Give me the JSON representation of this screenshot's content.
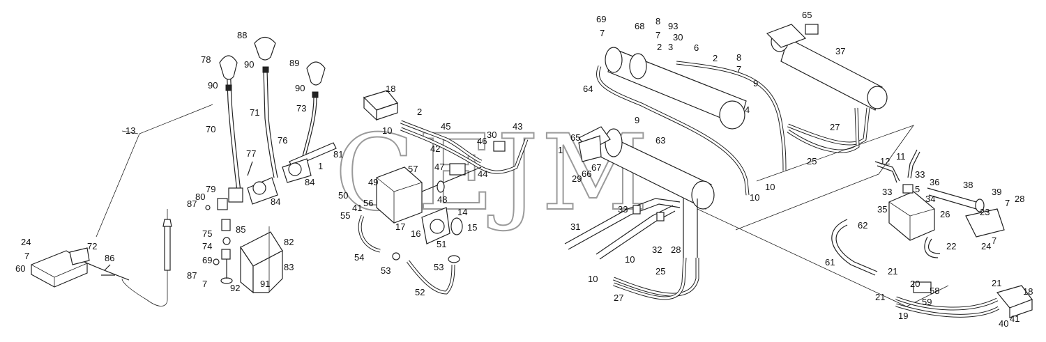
{
  "watermark": "СЕJM",
  "labels": [
    {
      "id": "l1",
      "t": "13"
    },
    {
      "id": "l2",
      "t": "24"
    },
    {
      "id": "l3",
      "t": "7"
    },
    {
      "id": "l4",
      "t": "60"
    },
    {
      "id": "l5",
      "t": "72"
    },
    {
      "id": "l6",
      "t": "86"
    },
    {
      "id": "l7",
      "t": "87"
    },
    {
      "id": "l8",
      "t": "80"
    },
    {
      "id": "l9",
      "t": "79"
    },
    {
      "id": "l10",
      "t": "70"
    },
    {
      "id": "l11",
      "t": "78"
    },
    {
      "id": "l12",
      "t": "90"
    },
    {
      "id": "l13",
      "t": "88"
    },
    {
      "id": "l14",
      "t": "90"
    },
    {
      "id": "l15",
      "t": "71"
    },
    {
      "id": "l16",
      "t": "89"
    },
    {
      "id": "l17",
      "t": "90"
    },
    {
      "id": "l18",
      "t": "73"
    },
    {
      "id": "l19",
      "t": "77"
    },
    {
      "id": "l20",
      "t": "76"
    },
    {
      "id": "l21",
      "t": "81"
    },
    {
      "id": "l22",
      "t": "1"
    },
    {
      "id": "l23",
      "t": "84"
    },
    {
      "id": "l24",
      "t": "84"
    },
    {
      "id": "l25",
      "t": "85"
    },
    {
      "id": "l26",
      "t": "75"
    },
    {
      "id": "l27",
      "t": "74"
    },
    {
      "id": "l28",
      "t": "69"
    },
    {
      "id": "l29",
      "t": "87"
    },
    {
      "id": "l30",
      "t": "7"
    },
    {
      "id": "l31",
      "t": "92"
    },
    {
      "id": "l32",
      "t": "91"
    },
    {
      "id": "l33",
      "t": "82"
    },
    {
      "id": "l34",
      "t": "83"
    },
    {
      "id": "l35",
      "t": "18"
    },
    {
      "id": "l36",
      "t": "2"
    },
    {
      "id": "l37",
      "t": "10"
    },
    {
      "id": "l38",
      "t": "45"
    },
    {
      "id": "l39",
      "t": "42"
    },
    {
      "id": "l40",
      "t": "43"
    },
    {
      "id": "l41",
      "t": "30"
    },
    {
      "id": "l42",
      "t": "46"
    },
    {
      "id": "l43",
      "t": "57"
    },
    {
      "id": "l44",
      "t": "49"
    },
    {
      "id": "l45",
      "t": "47"
    },
    {
      "id": "l46",
      "t": "44"
    },
    {
      "id": "l47",
      "t": "50"
    },
    {
      "id": "l48",
      "t": "56"
    },
    {
      "id": "l49",
      "t": "41"
    },
    {
      "id": "l50",
      "t": "55"
    },
    {
      "id": "l51",
      "t": "48"
    },
    {
      "id": "l52",
      "t": "14"
    },
    {
      "id": "l53",
      "t": "17"
    },
    {
      "id": "l54",
      "t": "16"
    },
    {
      "id": "l55",
      "t": "15"
    },
    {
      "id": "l56",
      "t": "51"
    },
    {
      "id": "l57",
      "t": "54"
    },
    {
      "id": "l58",
      "t": "53"
    },
    {
      "id": "l59",
      "t": "53"
    },
    {
      "id": "l60",
      "t": "52"
    },
    {
      "id": "l61",
      "t": "69"
    },
    {
      "id": "l62",
      "t": "7"
    },
    {
      "id": "l63",
      "t": "68"
    },
    {
      "id": "l64",
      "t": "8"
    },
    {
      "id": "l65",
      "t": "7"
    },
    {
      "id": "l66",
      "t": "93"
    },
    {
      "id": "l67",
      "t": "30"
    },
    {
      "id": "l68",
      "t": "2"
    },
    {
      "id": "l69",
      "t": "3"
    },
    {
      "id": "l70",
      "t": "6"
    },
    {
      "id": "l71",
      "t": "2"
    },
    {
      "id": "l72",
      "t": "8"
    },
    {
      "id": "l73",
      "t": "7"
    },
    {
      "id": "l74",
      "t": "64"
    },
    {
      "id": "l75",
      "t": "9"
    },
    {
      "id": "l76",
      "t": "4"
    },
    {
      "id": "l77",
      "t": "9"
    },
    {
      "id": "l78",
      "t": "65"
    },
    {
      "id": "l79",
      "t": "1"
    },
    {
      "id": "l80",
      "t": "63"
    },
    {
      "id": "l81",
      "t": "67"
    },
    {
      "id": "l82",
      "t": "29"
    },
    {
      "id": "l83",
      "t": "66"
    },
    {
      "id": "l84",
      "t": "10"
    },
    {
      "id": "l85",
      "t": "10"
    },
    {
      "id": "l86",
      "t": "33"
    },
    {
      "id": "l87",
      "t": "31"
    },
    {
      "id": "l88",
      "t": "32"
    },
    {
      "id": "l89",
      "t": "28"
    },
    {
      "id": "l90",
      "t": "10"
    },
    {
      "id": "l91",
      "t": "10"
    },
    {
      "id": "l92",
      "t": "25"
    },
    {
      "id": "l93",
      "t": "27"
    },
    {
      "id": "l94",
      "t": "65"
    },
    {
      "id": "l95",
      "t": "37"
    },
    {
      "id": "l96",
      "t": "27"
    },
    {
      "id": "l97",
      "t": "25"
    },
    {
      "id": "l98",
      "t": "11"
    },
    {
      "id": "l99",
      "t": "12"
    },
    {
      "id": "l100",
      "t": "33"
    },
    {
      "id": "l101",
      "t": "33"
    },
    {
      "id": "l102",
      "t": "36"
    },
    {
      "id": "l103",
      "t": "5"
    },
    {
      "id": "l104",
      "t": "34"
    },
    {
      "id": "l105",
      "t": "38"
    },
    {
      "id": "l106",
      "t": "39"
    },
    {
      "id": "l107",
      "t": "7"
    },
    {
      "id": "l108",
      "t": "28"
    },
    {
      "id": "l109",
      "t": "35"
    },
    {
      "id": "l110",
      "t": "26"
    },
    {
      "id": "l111",
      "t": "23"
    },
    {
      "id": "l112",
      "t": "62"
    },
    {
      "id": "l113",
      "t": "22"
    },
    {
      "id": "l114",
      "t": "24"
    },
    {
      "id": "l115",
      "t": "7"
    },
    {
      "id": "l116",
      "t": "61"
    },
    {
      "id": "l117",
      "t": "21"
    },
    {
      "id": "l118",
      "t": "20"
    },
    {
      "id": "l119",
      "t": "58"
    },
    {
      "id": "l120",
      "t": "21"
    },
    {
      "id": "l121",
      "t": "59"
    },
    {
      "id": "l122",
      "t": "21"
    },
    {
      "id": "l123",
      "t": "18"
    },
    {
      "id": "l124",
      "t": "19"
    },
    {
      "id": "l125",
      "t": "40"
    },
    {
      "id": "l126",
      "t": "41"
    }
  ]
}
